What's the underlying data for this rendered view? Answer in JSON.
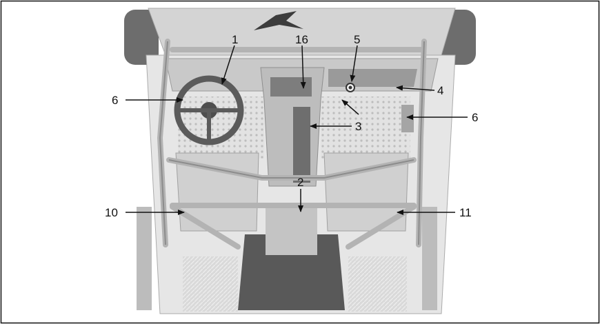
{
  "figure": {
    "callouts": [
      {
        "id": "c1",
        "label": "1"
      },
      {
        "id": "c16",
        "label": "16"
      },
      {
        "id": "c5",
        "label": "5"
      },
      {
        "id": "c4",
        "label": "4"
      },
      {
        "id": "c6a",
        "label": "6"
      },
      {
        "id": "c6b",
        "label": "6"
      },
      {
        "id": "c3",
        "label": "3"
      },
      {
        "id": "c2",
        "label": "2"
      },
      {
        "id": "c10",
        "label": "10"
      },
      {
        "id": "c11",
        "label": "11"
      }
    ]
  }
}
